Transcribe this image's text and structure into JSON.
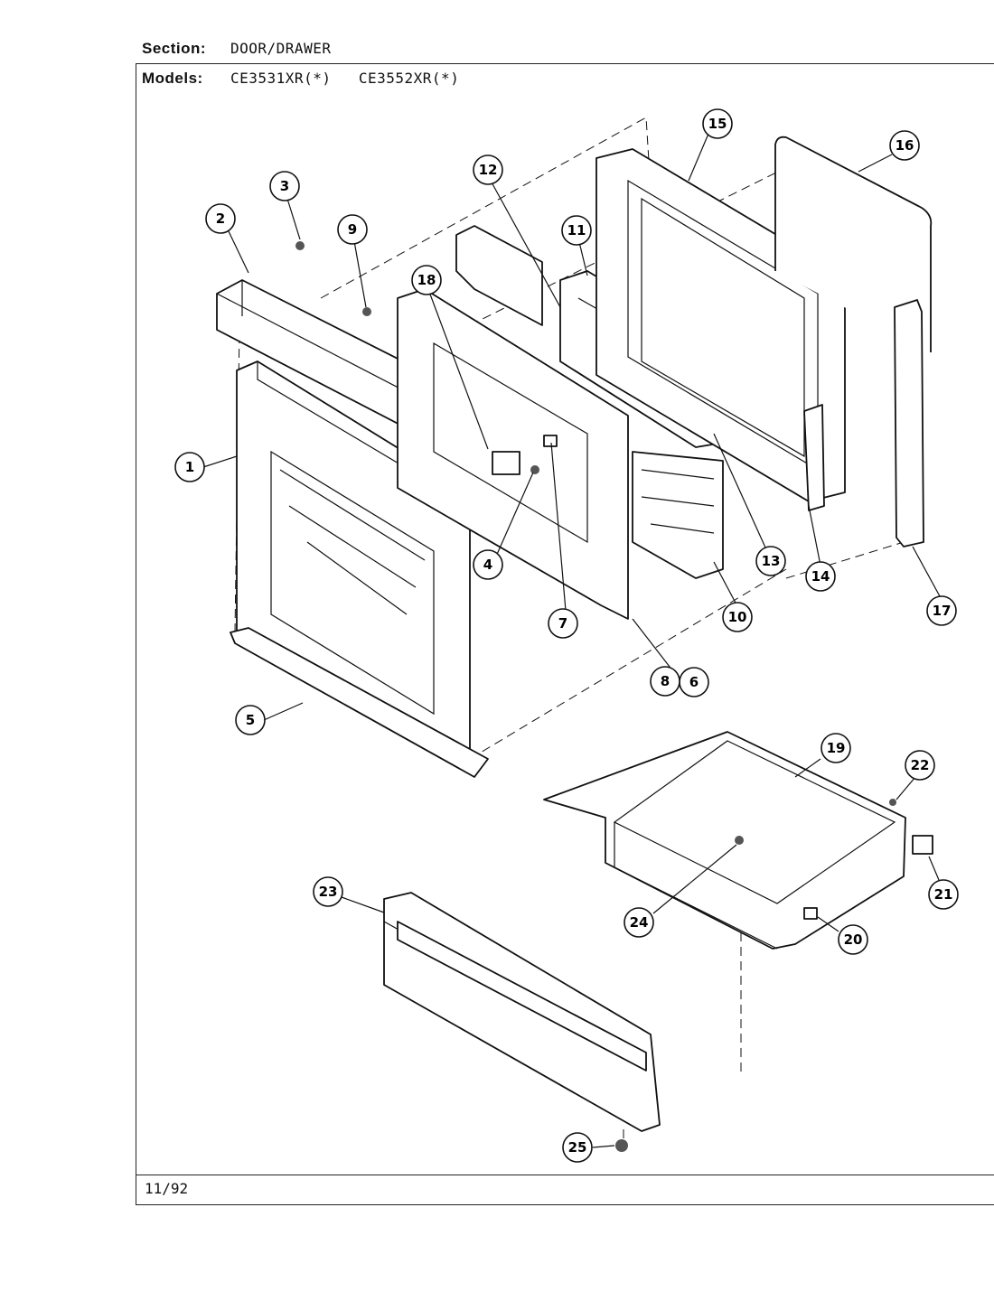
{
  "header": {
    "section_label": "Section:",
    "section_value": "DOOR/DRAWER",
    "models_label": "Models:",
    "models_value": "CE3531XR(*)   CE3552XR(*)"
  },
  "footer": {
    "date": "11/92"
  },
  "callouts": [
    {
      "num": "1"
    },
    {
      "num": "2"
    },
    {
      "num": "3"
    },
    {
      "num": "4"
    },
    {
      "num": "5"
    },
    {
      "num": "6"
    },
    {
      "num": "7"
    },
    {
      "num": "8"
    },
    {
      "num": "9"
    },
    {
      "num": "10"
    },
    {
      "num": "11"
    },
    {
      "num": "12"
    },
    {
      "num": "13"
    },
    {
      "num": "14"
    },
    {
      "num": "15"
    },
    {
      "num": "16"
    },
    {
      "num": "17"
    },
    {
      "num": "18"
    },
    {
      "num": "19"
    },
    {
      "num": "20"
    },
    {
      "num": "21"
    },
    {
      "num": "22"
    },
    {
      "num": "23"
    },
    {
      "num": "24"
    },
    {
      "num": "25"
    }
  ]
}
